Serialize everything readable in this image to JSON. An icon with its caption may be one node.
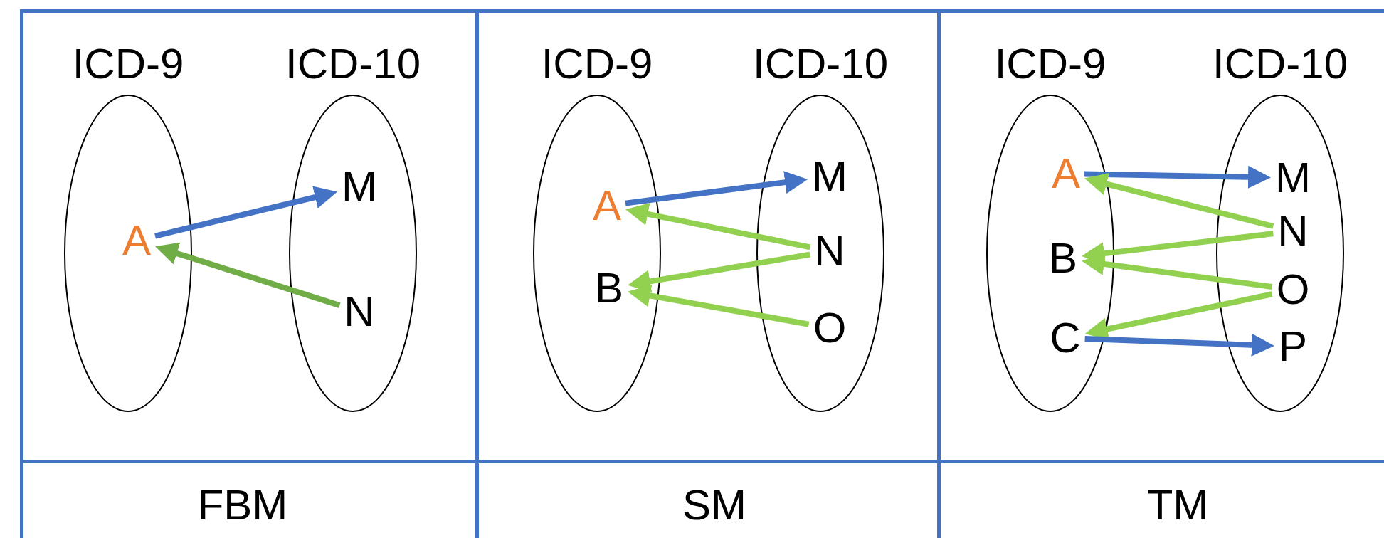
{
  "diagram": {
    "nodes": [
      {
        "text": [
          "ICD-9"
        ]
      },
      {
        "text": [
          "A"
        ],
        "in": 0
      },
      {
        "text": [
          "ICD-10"
        ]
      },
      {
        "text": [
          "M"
        ],
        "in": 2
      },
      {
        "text": [
          "N"
        ],
        "in": 2
      },
      {
        "text": [
          "ICD-9"
        ]
      },
      {
        "text": [
          "A"
        ],
        "in": 5
      },
      {
        "text": [
          "B"
        ],
        "in": 5
      },
      {
        "text": [
          "ICD-10"
        ]
      },
      {
        "text": [
          "M"
        ],
        "in": 8
      },
      {
        "text": [
          "N"
        ],
        "in": 8
      },
      {
        "text": [
          "O"
        ],
        "in": 8
      },
      {
        "text": [
          "ICD-9"
        ]
      },
      {
        "text": [
          "A"
        ],
        "in": 12
      },
      {
        "text": [
          "B"
        ],
        "in": 12
      },
      {
        "text": [
          "C"
        ],
        "in": 12
      },
      {
        "text": [
          "ICD-10"
        ]
      },
      {
        "text": [
          "M"
        ],
        "in": 16
      },
      {
        "text": [
          "N"
        ],
        "in": 16
      },
      {
        "text": [
          "O"
        ],
        "in": 16
      },
      {
        "text": [
          "P"
        ],
        "in": 16
      }
    ],
    "edges": [
      {
        "from": 1,
        "to": 3,
        "arrow": "to",
        "color": "#4472c4"
      },
      {
        "from": 4,
        "to": 1,
        "arrow": "to",
        "color": "#70ad47"
      },
      {
        "from": 6,
        "to": 9,
        "arrow": "to",
        "color": "#4472c4"
      },
      {
        "from": 10,
        "to": 6,
        "arrow": "to"
      },
      {
        "from": 10,
        "to": 7,
        "arrow": "to"
      },
      {
        "from": 11,
        "to": 7,
        "arrow": "to"
      },
      {
        "from": 13,
        "to": 17,
        "arrow": "to",
        "color": "#4472c4"
      },
      {
        "from": 18,
        "to": 13,
        "arrow": "to"
      },
      {
        "from": 18,
        "to": 14,
        "arrow": "to"
      },
      {
        "from": 19,
        "to": 14,
        "arrow": "to"
      },
      {
        "from": 19,
        "to": 15,
        "arrow": "to"
      },
      {
        "from": 15,
        "to": 20,
        "arrow": "to",
        "color": "#4472c4"
      }
    ],
    "labels": [
      "FBM",
      "SM",
      "TM"
    ]
  }
}
